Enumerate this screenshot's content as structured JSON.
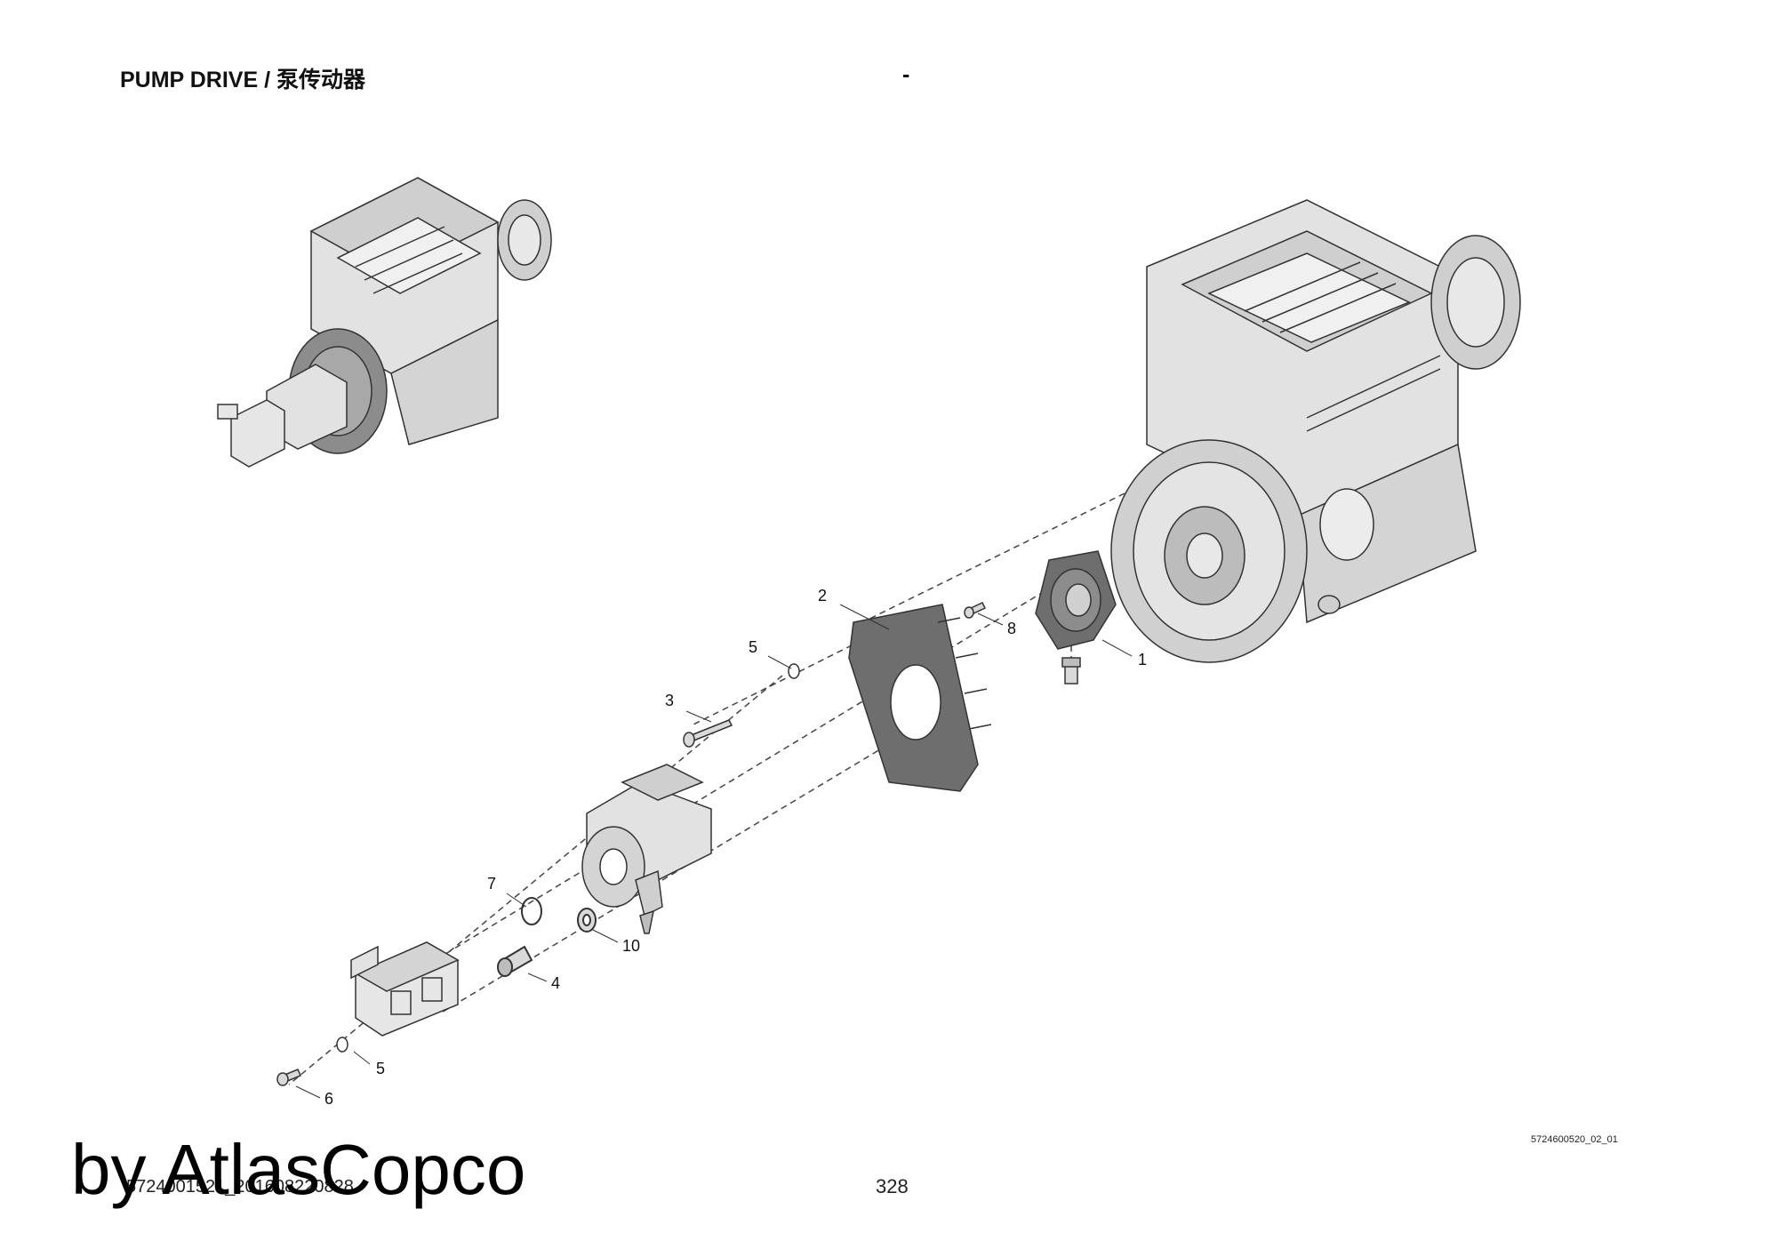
{
  "header": {
    "title": "PUMP DRIVE / 泵传动器",
    "dash": "-"
  },
  "callouts": {
    "c1": "1",
    "c2": "2",
    "c3": "3",
    "c4": "4",
    "c5a": "5",
    "c5b": "5",
    "c6": "6",
    "c7": "7",
    "c8": "8",
    "c10": "10"
  },
  "footer": {
    "ref_code": "5724600520_02_01",
    "doc_id": "5724001521_201608220828",
    "page_number": "328",
    "watermark": "by AtlasCopco"
  },
  "colors": {
    "line": "#333333",
    "fill_light": "#d9d9d9",
    "fill_mid": "#bdbdbd",
    "fill_dark": "#6e6e6e"
  }
}
